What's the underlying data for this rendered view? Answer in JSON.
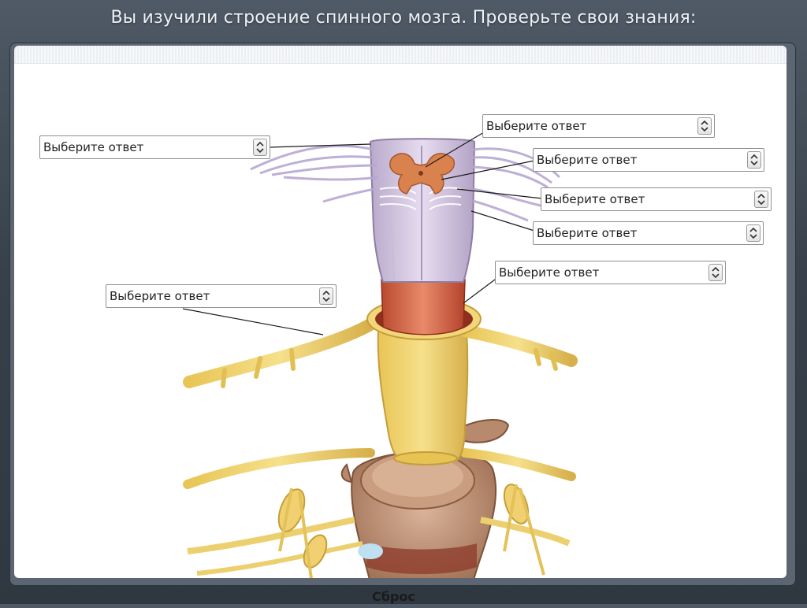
{
  "title": "Вы изучили строение спинного мозга. Проверьте свои знания:",
  "dropdowns": [
    {
      "id": "d1",
      "selected": "Выберите ответ"
    },
    {
      "id": "d2",
      "selected": "Выберите ответ"
    },
    {
      "id": "d3",
      "selected": "Выберите ответ"
    },
    {
      "id": "d4",
      "selected": "Выберите ответ"
    },
    {
      "id": "d5",
      "selected": "Выберите ответ"
    },
    {
      "id": "d6",
      "selected": "Выберите ответ"
    },
    {
      "id": "d7",
      "selected": "Выберите ответ"
    }
  ],
  "reset_label": "Сброс",
  "colors": {
    "nerve": "#f0d36a",
    "nerve_dark": "#c9a43b",
    "white_matter": "#cfc2de",
    "gray_matter": "#d9834f",
    "vertebra": "#c49a7e",
    "meninges_red": "#d8674a"
  }
}
